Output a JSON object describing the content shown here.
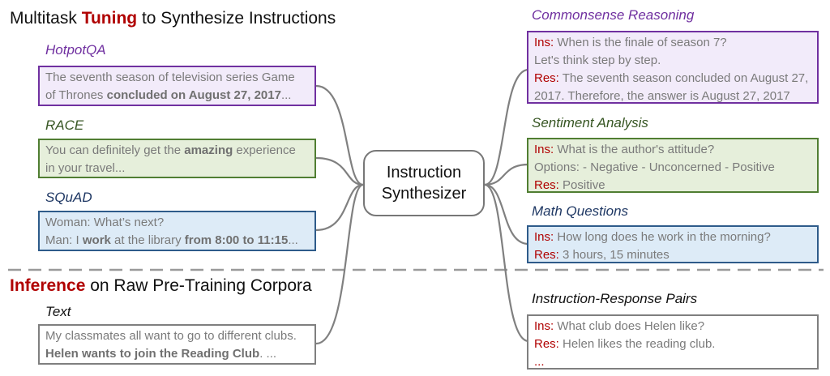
{
  "tuning": {
    "heading_pre": "Multitask ",
    "heading_hl": "Tuning",
    "heading_post": " to Synthesize Instructions",
    "hotpotqa": {
      "label": "HotpotQA",
      "line1": "The seventh season of television series Game",
      "line2_pre": "of Thrones ",
      "line2_bold": "concluded on August 27, 2017",
      "line2_post": "..."
    },
    "race": {
      "label": "RACE",
      "line1_pre": "You can definitely get the ",
      "line1_bold": "amazing",
      "line1_post": " experience",
      "line2": "in your travel..."
    },
    "squad": {
      "label": "SQuAD",
      "line1": "Woman: What’s next?",
      "line2_a": "Man: I ",
      "line2_b": "work",
      "line2_c": " at the library ",
      "line2_d": "from 8:00 to 11:15",
      "line2_e": "..."
    }
  },
  "synthesizer": {
    "line1": "Instruction",
    "line2": "Synthesizer"
  },
  "outputs": {
    "commonsense": {
      "label": "Commonsense Reasoning",
      "ins_kw": "Ins:",
      "ins_text": " When is the finale of season 7?",
      "ins_text2": "Let's think step by step.",
      "res_kw": "Res:",
      "res_text": " The seventh season concluded on August 27,",
      "res_text2": "2017. Therefore, the answer is August 27, 2017"
    },
    "sentiment": {
      "label": "Sentiment Analysis",
      "ins_kw": "Ins:",
      "ins_text": " What is the author's attitude?",
      "options": "Options: - Negative - Unconcerned - Positive",
      "res_kw": "Res:",
      "res_text": " Positive"
    },
    "math": {
      "label": "Math Questions",
      "ins_kw": "Ins:",
      "ins_text": " How long does he work in the morning?",
      "res_kw": "Res:",
      "res_text": " 3 hours, 15 minutes"
    }
  },
  "inference": {
    "heading_hl": "Inference",
    "heading_post": " on Raw Pre-Training Corpora",
    "text": {
      "label": "Text",
      "line1": "My classmates all want to go to different clubs.",
      "line2_bold": "Helen wants to join the Reading Club",
      "line2_post": ". ..."
    },
    "pairs": {
      "label": "Instruction-Response Pairs",
      "ins_kw": "Ins:",
      "ins_text": " What club does Helen like?",
      "res_kw": "Res:",
      "res_text": " Helen likes the reading club.",
      "ellipsis": "..."
    }
  },
  "colors": {
    "purple_border": "#7030a0",
    "purple_fill": "#f2ebfa",
    "purple_label": "#7030a0",
    "green_border": "#507e32",
    "green_fill": "#e6efdb",
    "green_label": "#375623",
    "blue_border": "#2e5b8a",
    "blue_fill": "#ddebf7",
    "blue_label": "#1f3864",
    "gray_border": "#7f7f7f",
    "accent_red": "#b00000"
  }
}
